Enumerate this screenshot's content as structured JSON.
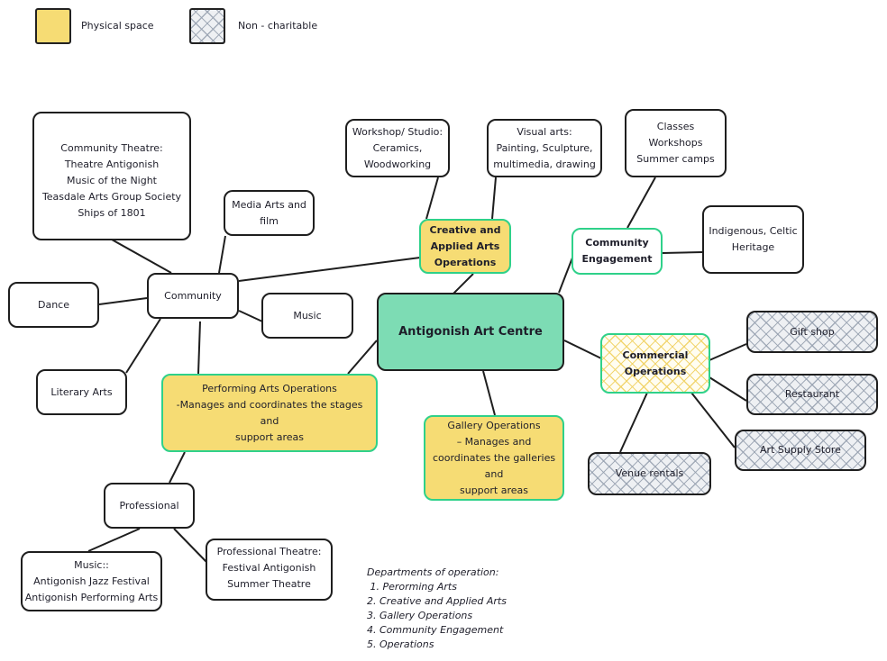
{
  "legend": [
    {
      "label": "Physical space",
      "swatch": "yellow",
      "color": "#f6dc74"
    },
    {
      "label": "Non - charitable",
      "swatch": "grey-hatch",
      "color": "#eef0f3"
    }
  ],
  "colors": {
    "physical_space": "#f6dc74",
    "central": "#7ddcb4",
    "operations_border": "#2fd18a",
    "line": "#1e1e1e"
  },
  "center": {
    "id": "centre",
    "label": "Antigonish Art Centre"
  },
  "nodes": {
    "community_theatre": {
      "lines": [
        "Community Theatre:",
        "Theatre Antigonish",
        "Music of the Night",
        "Teasdale Arts Group Society",
        "Ships of 1801"
      ]
    },
    "media_arts": {
      "lines": [
        "Media Arts and",
        "film"
      ]
    },
    "workshop_studio": {
      "lines": [
        "Workshop/ Studio:",
        "Ceramics,",
        "Woodworking"
      ]
    },
    "visual_arts": {
      "lines": [
        "Visual arts:",
        "Painting, Sculpture,",
        "multimedia, drawing"
      ]
    },
    "classes": {
      "lines": [
        "Classes",
        "Workshops",
        "Summer camps"
      ]
    },
    "creative_applied": {
      "lines": [
        "Creative and",
        "Applied Arts",
        "Operations"
      ]
    },
    "community_engagement": {
      "lines": [
        "Community",
        "Engagement"
      ]
    },
    "heritage": {
      "lines": [
        "Indigenous, Celtic",
        "Heritage"
      ]
    },
    "dance": {
      "lines": [
        "Dance"
      ]
    },
    "community": {
      "lines": [
        "Community"
      ]
    },
    "music": {
      "lines": [
        "Music"
      ]
    },
    "literary_arts": {
      "lines": [
        "Literary Arts"
      ]
    },
    "performing_arts": {
      "lines": [
        "Performing Arts Operations",
        "-Manages and coordinates the stages",
        "and",
        "support areas"
      ]
    },
    "gallery_ops": {
      "lines": [
        "Gallery Operations",
        "– Manages and",
        "coordinates the galleries",
        "and",
        "support areas"
      ]
    },
    "commercial_ops": {
      "lines": [
        "Commercial",
        "Operations"
      ]
    },
    "gift_shop": {
      "lines": [
        "Gift shop"
      ]
    },
    "restaurant": {
      "lines": [
        "Restaurant"
      ]
    },
    "art_supply": {
      "lines": [
        "Art Supply Store"
      ]
    },
    "venue_rentals": {
      "lines": [
        "Venue rentals"
      ]
    },
    "professional": {
      "lines": [
        "Professional"
      ]
    },
    "professional_music": {
      "lines": [
        "Music::",
        "Antigonish Jazz Festival",
        "Antigonish Performing Arts"
      ]
    },
    "professional_theatre": {
      "lines": [
        "Professional Theatre:",
        "Festival Antigonish",
        "Summer Theatre"
      ]
    }
  },
  "notes": {
    "title": "Departments of operation:",
    "items": [
      " 1. Perorming Arts",
      "2. Creative and Applied Arts",
      "3. Gallery Operations",
      "4. Community Engagement",
      "5. Operations"
    ]
  }
}
